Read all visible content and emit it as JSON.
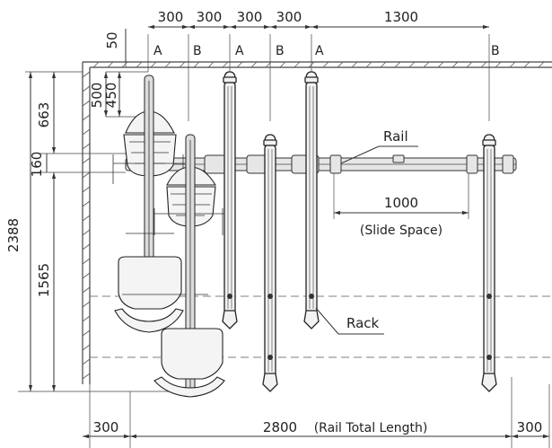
{
  "top_dimensions": [
    "300",
    "300",
    "300",
    "300",
    "1300"
  ],
  "rack_letters": [
    "A",
    "B",
    "A",
    "B",
    "A",
    "B"
  ],
  "left_dimensions": {
    "d50": "50",
    "d500": "500",
    "d450": "450",
    "d663": "663",
    "d160": "160",
    "d2388": "2388",
    "d1565": "1565"
  },
  "rail_label": "Rail",
  "slide_dimension": "1000",
  "slide_label": "(Slide Space)",
  "rack_label": "Rack",
  "bottom_dimensions": {
    "left": "300",
    "total": "2800",
    "total_label": "(Rail Total Length)",
    "right": "300"
  }
}
